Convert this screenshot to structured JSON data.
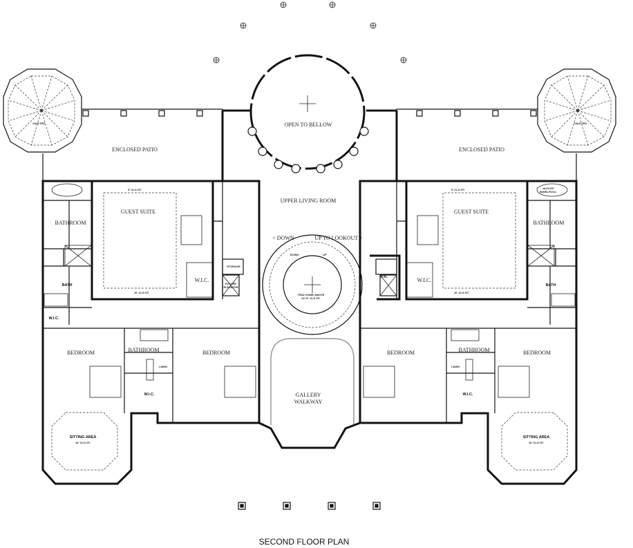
{
  "title": "SECOND FLOOR PLAN",
  "center": {
    "rotunda": "OPEN TO BELLOW",
    "living": "UPPER LIVING ROOM",
    "down": "< DOWN",
    "up": "UP TO LOOKOUT >",
    "stair_down": "DOWN",
    "stair_up": "UP",
    "dome_1": "TRAY DOME ABOVE",
    "dome_2": "22'-9\" CLG HT.",
    "gallery_1": "GALLERY",
    "gallery_2": "WALKWAY"
  },
  "left_wing": {
    "tower": "VAULTED",
    "patio": "ENCLOSED PATIO",
    "guest_suite": "GUEST SUITE",
    "clg_top": "9' CLG HT.",
    "clg_bottom": "10' CLG HT.",
    "bathroom": "BATHROOM",
    "bath": "BATH",
    "wic_small": "W.I.C.",
    "wic": "W.I.C.",
    "storage": "STORAGE",
    "elevator_1": "FUTURE",
    "elevator_2": "ELEVATOR",
    "bedroom_a": "BEDROOM",
    "bathroom_b": "BATHROOM",
    "linen": "LINEN",
    "wic_b": "W.I.C.",
    "bedroom_b": "BEDROOM",
    "sitting": "SITTING AREA",
    "sitting_clg": "10' CLG HT."
  },
  "right_wing": {
    "tower": "VAULTED",
    "patio": "ENCLOSED PATIO",
    "guest_suite": "GUEST SUITE",
    "clg_top": "9' CLG HT.",
    "clg_bottom": "10' CLG HT.",
    "jacuzzi_1": "JACUZZI",
    "jacuzzi_2": "WHIRLPOOL",
    "bathroom": "BATHROOM",
    "bath": "BATH",
    "pr": "P.R.",
    "wic": "W.I.C.",
    "bedroom_a": "BEDROOM",
    "bathroom_b": "BATHROOM",
    "linen": "LINEN",
    "wic_b": "W.I.C.",
    "bedroom_b": "BEDROOM",
    "sitting": "SITTING AREA",
    "sitting_clg": "10' CLG HT."
  }
}
